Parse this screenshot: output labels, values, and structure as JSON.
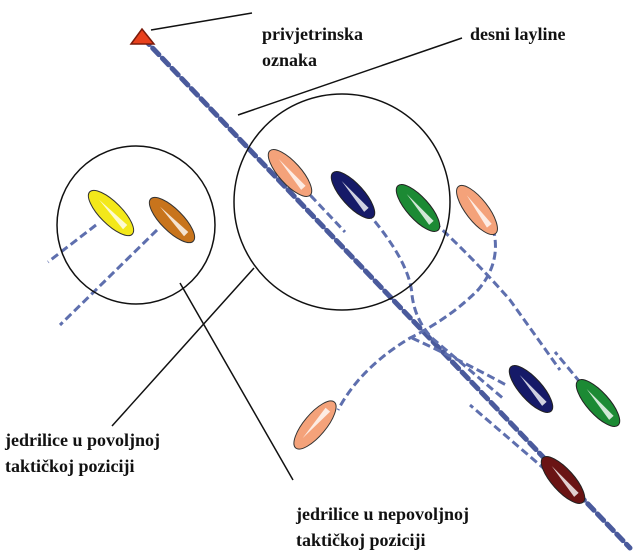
{
  "labels": {
    "mark_line1": "privjetrinska",
    "mark_line2": "oznaka",
    "layline": "desni layline",
    "favorable_line1": "jedrilice u povoljnoj",
    "favorable_line2": "taktičkoj poziciji",
    "unfavorable_line1": "jedrilice u nepovoljnoj",
    "unfavorable_line2": "taktičkoj poziciji"
  },
  "colors": {
    "mark": "#e8401c",
    "layline": "#4a5a9c",
    "track": "#5e6fae",
    "boat_yellow": "#f3e81a",
    "boat_orange": "#c8741c",
    "boat_salmon": "#f4a27a",
    "boat_navy": "#161a68",
    "boat_green": "#1c8a34",
    "boat_maroon": "#6a1414"
  },
  "icons": {
    "mark": "windward-mark-buoy",
    "boat": "sailboat-hull"
  }
}
